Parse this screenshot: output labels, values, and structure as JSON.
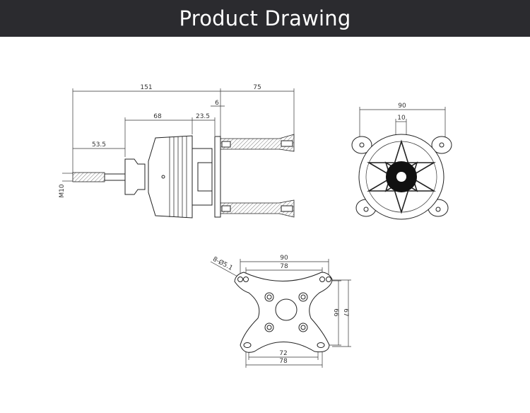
{
  "header": {
    "title": "Product Drawing"
  },
  "side_view": {
    "dims": {
      "overall": "151",
      "prop_adapter": "75",
      "flange": "6",
      "bell": "68",
      "rear": "23.5",
      "shaft": "53.5",
      "thread": "M10"
    }
  },
  "front_view": {
    "dims": {
      "width": "90",
      "center": "10"
    }
  },
  "mount_plate": {
    "dims": {
      "top_outer": "90",
      "top_inner": "78",
      "bottom_inner": "72",
      "bottom_outer": "78",
      "height_inner": "66",
      "height_outer": "67",
      "holes": "8-Ø5.1"
    }
  }
}
